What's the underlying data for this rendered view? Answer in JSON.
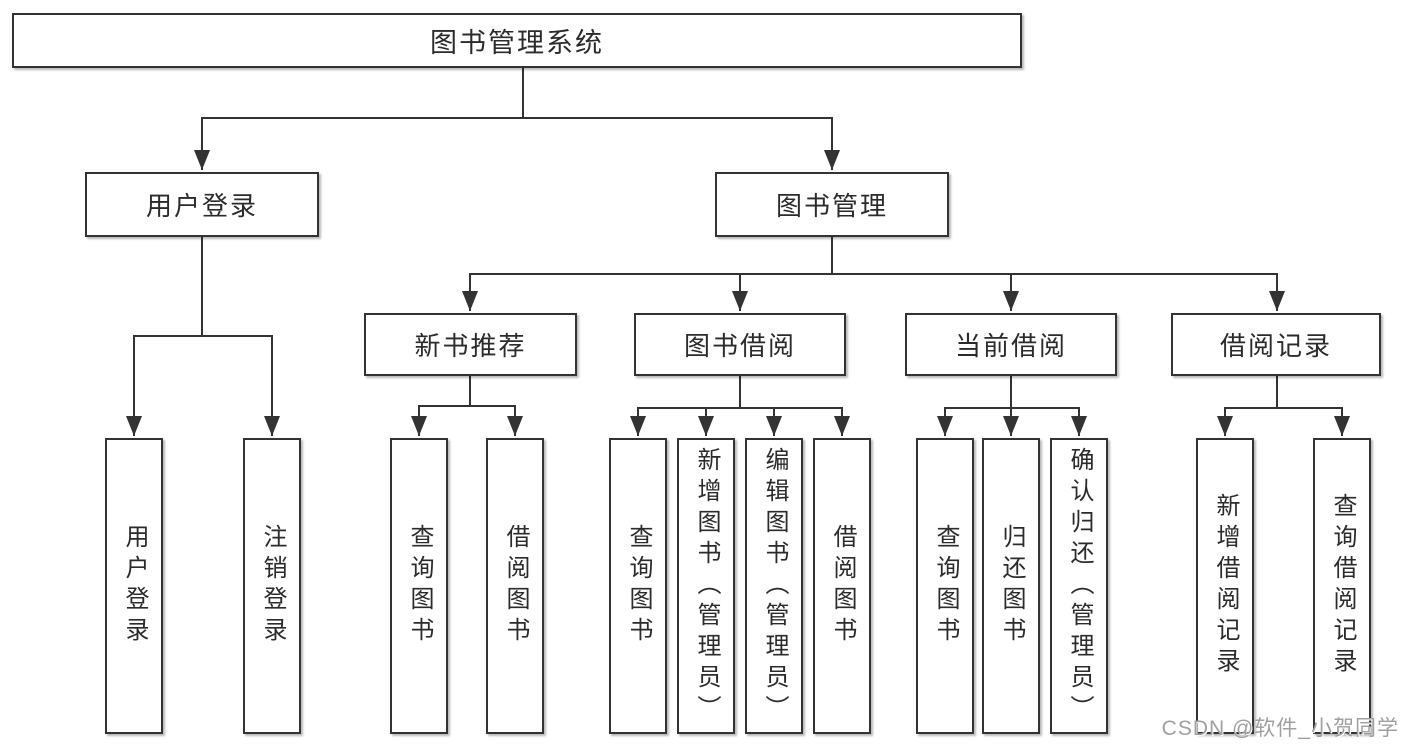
{
  "diagram": {
    "root": {
      "label": "图书管理系统"
    },
    "level2": [
      {
        "id": "user-login",
        "label": "用户登录"
      },
      {
        "id": "book-management",
        "label": "图书管理"
      }
    ],
    "level3": [
      {
        "id": "new-book-recommend",
        "label": "新书推荐"
      },
      {
        "id": "book-borrow",
        "label": "图书借阅"
      },
      {
        "id": "current-borrow",
        "label": "当前借阅"
      },
      {
        "id": "borrow-records",
        "label": "借阅记录"
      }
    ],
    "leaves": {
      "user_login": [
        {
          "label": "用户登录"
        },
        {
          "label": "注销登录"
        }
      ],
      "new_book_recommend": [
        {
          "label": "查询图书"
        },
        {
          "label": "借阅图书"
        }
      ],
      "book_borrow": [
        {
          "label": "查询图书"
        },
        {
          "label": "新增图书（管理员）"
        },
        {
          "label": "编辑图书（管理员）"
        },
        {
          "label": "借阅图书"
        }
      ],
      "current_borrow": [
        {
          "label": "查询图书"
        },
        {
          "label": "归还图书"
        },
        {
          "label": "确认归还（管理员）"
        }
      ],
      "borrow_records": [
        {
          "label": "新增借阅记录"
        },
        {
          "label": "查询借阅记录"
        }
      ]
    },
    "watermark": "CSDN @软件_小贺同学",
    "colors": {
      "line": "#333333",
      "text": "#2b2b2b",
      "background": "#ffffff",
      "watermark": "#a0a0a0"
    }
  }
}
